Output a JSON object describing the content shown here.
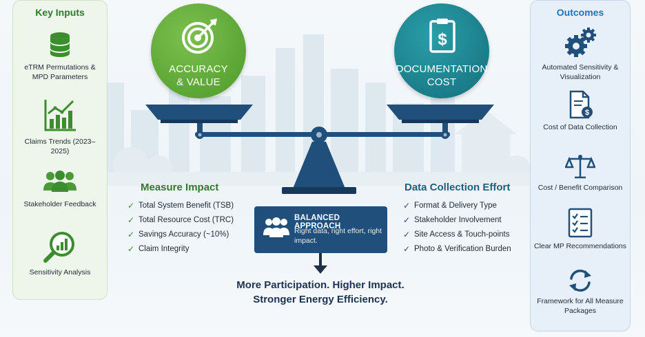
{
  "left_panel": {
    "title": "Key Inputs",
    "items": [
      {
        "icon": "database-icon",
        "label": "eTRM Permutations & MPD Parameters"
      },
      {
        "icon": "bar-chart-trend-icon",
        "label": "Claims Trends (2023–2025)"
      },
      {
        "icon": "people-group-icon",
        "label": "Stakeholder Feedback"
      },
      {
        "icon": "magnifier-chart-icon",
        "label": "Sensitivity Analysis"
      }
    ]
  },
  "right_panel": {
    "title": "Outcomes",
    "items": [
      {
        "icon": "gears-icon",
        "label": "Automated Sensitivity & Visualization"
      },
      {
        "icon": "dollar-document-icon",
        "label": "Cost of Data Collection"
      },
      {
        "icon": "scales-icon",
        "label": "Cost / Benefit Comparison"
      },
      {
        "icon": "checklist-icon",
        "label": "Clear MP Recommendations"
      },
      {
        "icon": "refresh-arrows-icon",
        "label": "Framework for All Measure Packages"
      }
    ]
  },
  "left_circle": {
    "icon": "target-icon",
    "line1": "ACCURACY",
    "line2": "& VALUE"
  },
  "right_circle": {
    "icon": "clipboard-dollar-icon",
    "line1": "DOCUMENTATION",
    "line2": "COST"
  },
  "measure_impact": {
    "title": "Measure Impact",
    "items": [
      "Total System Benefit (TSB)",
      "Total Resource Cost (TRC)",
      "Savings Accuracy (~10%)",
      "Claim Integrity"
    ]
  },
  "data_collection": {
    "title": "Data Collection Effort",
    "items": [
      "Format & Delivery Type",
      "Stakeholder Involvement",
      "Site Access & Touch-points",
      "Photo & Verification Burden"
    ]
  },
  "balanced": {
    "title": "BALANCED APPROACH",
    "description": "Right data, right effort, right impact."
  },
  "tagline": {
    "line1": "More Participation. Higher Impact.",
    "line2": "Stronger Energy Efficiency."
  },
  "colors": {
    "green": "#4d9a2a",
    "teal": "#146f7c",
    "navy": "#1f4f7a",
    "blue_title": "#1f73b8",
    "green_title": "#2f7a2c"
  }
}
